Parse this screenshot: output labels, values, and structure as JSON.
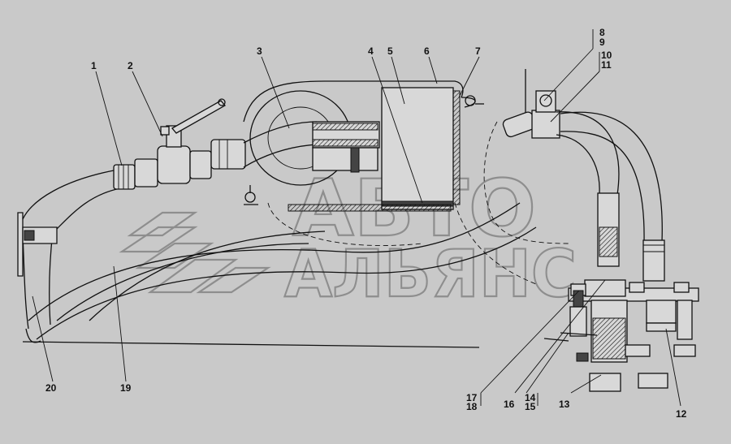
{
  "watermark": {
    "line1": "АВТО",
    "line2": "АЛЬЯНС"
  },
  "callouts": {
    "n1": "1",
    "n2": "2",
    "n3": "3",
    "n4": "4",
    "n5": "5",
    "n6": "6",
    "n7": "7",
    "n8": "8",
    "n9": "9",
    "n10": "10",
    "n11": "11",
    "n12": "12",
    "n13": "13",
    "n14": "14",
    "n15": "15",
    "n16": "16",
    "n17": "17",
    "n18": "18",
    "n19": "19",
    "n20": "20"
  },
  "colors": {
    "background": "#c9c9c9",
    "line": "#111111",
    "watermark": "#888888"
  }
}
